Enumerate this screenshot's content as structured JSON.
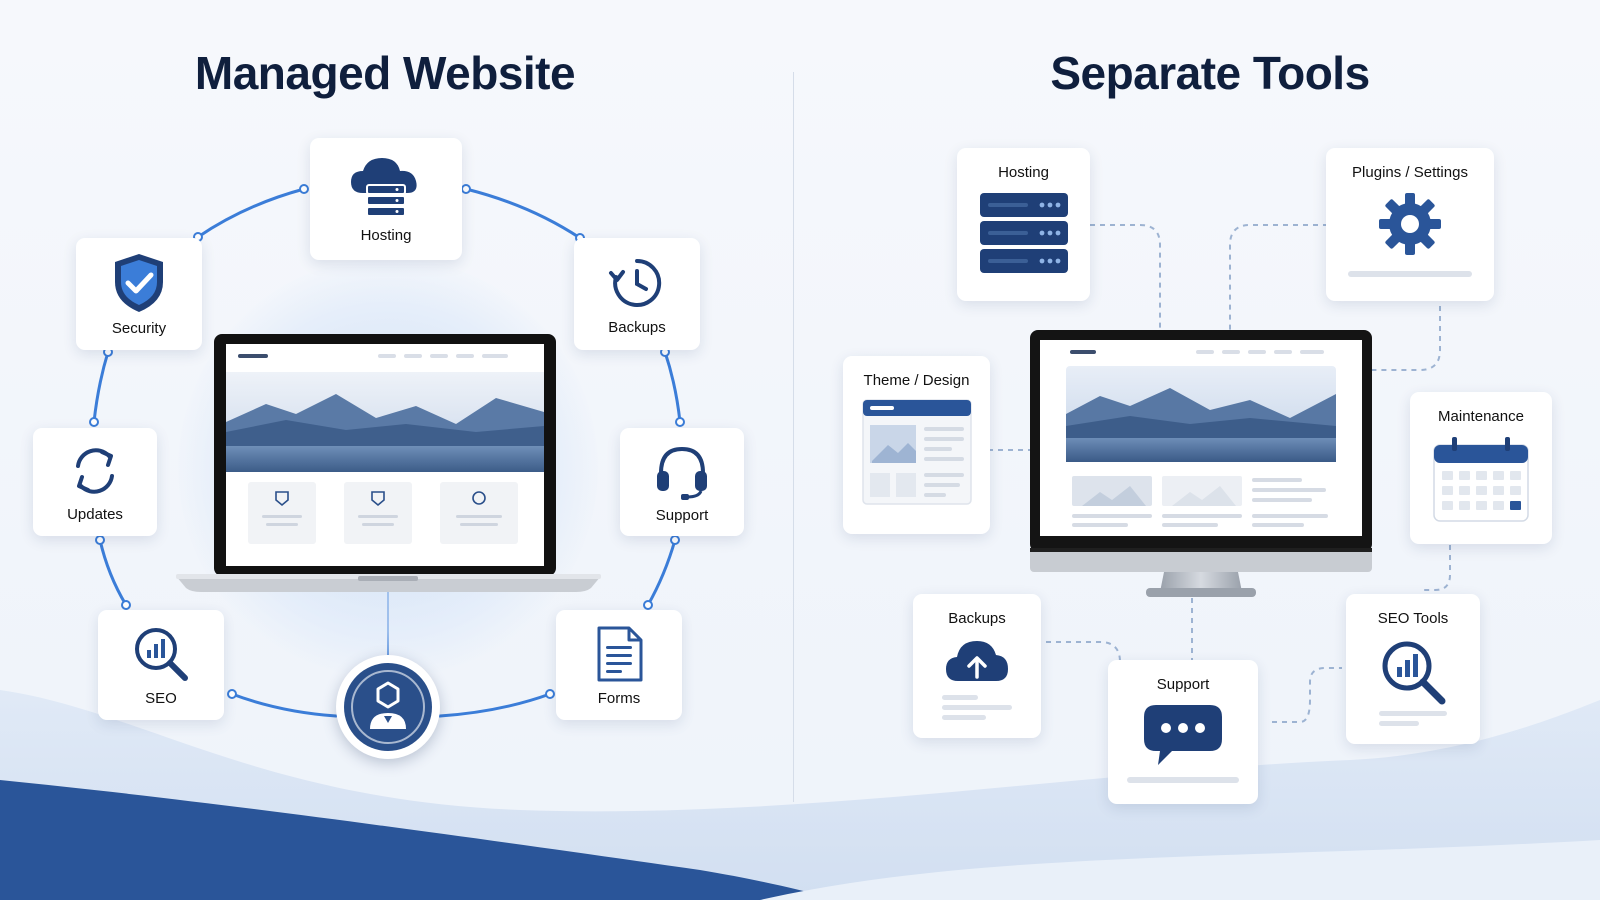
{
  "left": {
    "title": "Managed Website",
    "services": [
      {
        "label": "Hosting",
        "icon": "cloud-server-icon"
      },
      {
        "label": "Backups",
        "icon": "clock-refresh-icon"
      },
      {
        "label": "Support",
        "icon": "headset-icon"
      },
      {
        "label": "Forms",
        "icon": "form-document-icon"
      },
      {
        "label": "SEO",
        "icon": "seo-magnifier-icon"
      },
      {
        "label": "Updates",
        "icon": "refresh-arrows-icon"
      },
      {
        "label": "Security",
        "icon": "shield-check-icon"
      }
    ],
    "center": {
      "device": "laptop",
      "hub_icon": "managed-user-icon"
    }
  },
  "right": {
    "title": "Separate Tools",
    "tools": [
      {
        "label": "Hosting",
        "icon": "server-rack-icon"
      },
      {
        "label": "Plugins / Settings",
        "icon": "gear-icon"
      },
      {
        "label": "Theme / Design",
        "icon": "layout-template-icon"
      },
      {
        "label": "Maintenance",
        "icon": "calendar-icon"
      },
      {
        "label": "Backups",
        "icon": "cloud-upload-icon"
      },
      {
        "label": "Support",
        "icon": "chat-bubble-icon"
      },
      {
        "label": "SEO Tools",
        "icon": "seo-magnifier-icon"
      }
    ],
    "center": {
      "device": "desktop-monitor"
    }
  },
  "colors": {
    "primary": "#1f3f77",
    "accent": "#3b7dd8",
    "text": "#0f1f3d",
    "wave": "#2a5599"
  }
}
